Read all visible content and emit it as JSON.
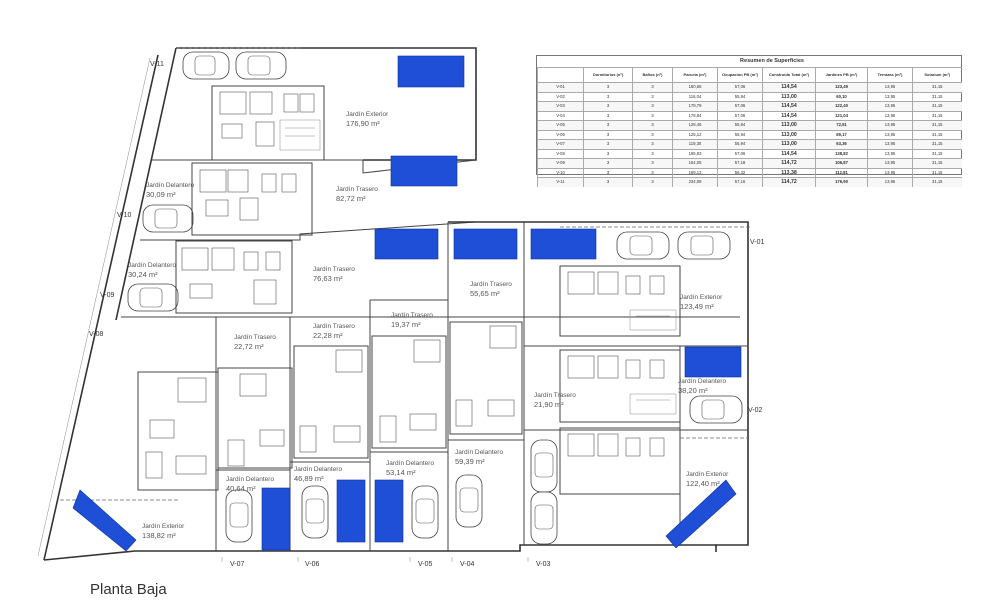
{
  "caption": "Planta Baja",
  "summary": {
    "title": "Resumen de Superficies",
    "headers": [
      "",
      "Dormitorios (nº)",
      "Baños (nº)",
      "Parcela (m²)",
      "Ocupación PB (m²)",
      "Construida Total (m²)",
      "Jardines PB (m²)",
      "Terrazas (m²)",
      "Solarium (m²)"
    ],
    "rows": [
      [
        "V-01",
        "3",
        "3",
        "180,68",
        "57,06",
        "114,54",
        "123,49",
        "13,95",
        "31,15"
      ],
      [
        "V-02",
        "3",
        "3",
        "116,04",
        "55,94",
        "113,00",
        "60,10",
        "13,95",
        "31,15"
      ],
      [
        "V-03",
        "3",
        "3",
        "179,79",
        "57,06",
        "114,54",
        "122,40",
        "13,95",
        "31,15"
      ],
      [
        "V-04",
        "3",
        "3",
        "178,84",
        "57,06",
        "114,54",
        "121,04",
        "13,95",
        "31,15"
      ],
      [
        "V-05",
        "3",
        "3",
        "128,46",
        "55,94",
        "113,00",
        "72,51",
        "13,95",
        "31,15"
      ],
      [
        "V-06",
        "3",
        "3",
        "125,12",
        "55,94",
        "113,00",
        "69,17",
        "13,95",
        "31,15"
      ],
      [
        "V-07",
        "3",
        "3",
        "119,30",
        "55,94",
        "113,00",
        "63,36",
        "13,95",
        "31,15"
      ],
      [
        "V-08",
        "3",
        "3",
        "195,83",
        "57,06",
        "114,54",
        "138,82",
        "13,95",
        "31,15"
      ],
      [
        "V-09",
        "3",
        "3",
        "164,05",
        "57,18",
        "114,72",
        "106,87",
        "13,95",
        "31,15"
      ],
      [
        "V-10",
        "3",
        "3",
        "169,13",
        "56,32",
        "113,38",
        "112,81",
        "13,95",
        "31,15"
      ],
      [
        "V-11",
        "3",
        "3",
        "234,08",
        "57,16",
        "114,72",
        "176,90",
        "13,95",
        "31,15"
      ]
    ]
  },
  "villa_tags": {
    "v11": "V-11",
    "v10": "V-10",
    "v09": "V-09",
    "v08": "V-08",
    "v01": "V-01",
    "v02": "V-02",
    "b07": "V-07",
    "b06": "V-06",
    "b05": "V-05",
    "b04": "V-04",
    "b03": "V-03"
  },
  "gardens": [
    {
      "id": "g1",
      "label": "Jardín Exterior",
      "area": "176,90 m²"
    },
    {
      "id": "g2",
      "label": "Jardín Delantero",
      "area": "30,09 m²"
    },
    {
      "id": "g3",
      "label": "Jardín Trasero",
      "area": "82,72 m²"
    },
    {
      "id": "g4",
      "label": "Jardín Delantero",
      "area": "30,24 m²"
    },
    {
      "id": "g5",
      "label": "Jardín Trasero",
      "area": "76,63 m²"
    },
    {
      "id": "g6",
      "label": "Jardín Trasero",
      "area": "55,65 m²"
    },
    {
      "id": "g7",
      "label": "Jardín Exterior",
      "area": "123,49 m²"
    },
    {
      "id": "g8",
      "label": "Jardín Trasero",
      "area": "22,72 m²"
    },
    {
      "id": "g9",
      "label": "Jardín Trasero",
      "area": "22,28 m²"
    },
    {
      "id": "g10",
      "label": "Jardín Trasero",
      "area": "19,37 m²"
    },
    {
      "id": "g11",
      "label": "Jardín Trasero",
      "area": "21,90 m²"
    },
    {
      "id": "g12",
      "label": "Jardín Delantero",
      "area": "38,20 m²"
    },
    {
      "id": "g13",
      "label": "Jardín Delantero",
      "area": "46,89 m²"
    },
    {
      "id": "g14",
      "label": "Jardín Delantero",
      "area": "53,14 m²"
    },
    {
      "id": "g15",
      "label": "Jardín Delantero",
      "area": "59,39 m²"
    },
    {
      "id": "g16",
      "label": "Jardín Delantero",
      "area": "40,64 m²"
    },
    {
      "id": "g17",
      "label": "Jardín Exterior",
      "area": "138,82 m²"
    },
    {
      "id": "g18",
      "label": "Jardín Exterior",
      "area": "122,40 m²"
    }
  ],
  "colors": {
    "pool": "#1f4fd6",
    "line": "#444444"
  }
}
